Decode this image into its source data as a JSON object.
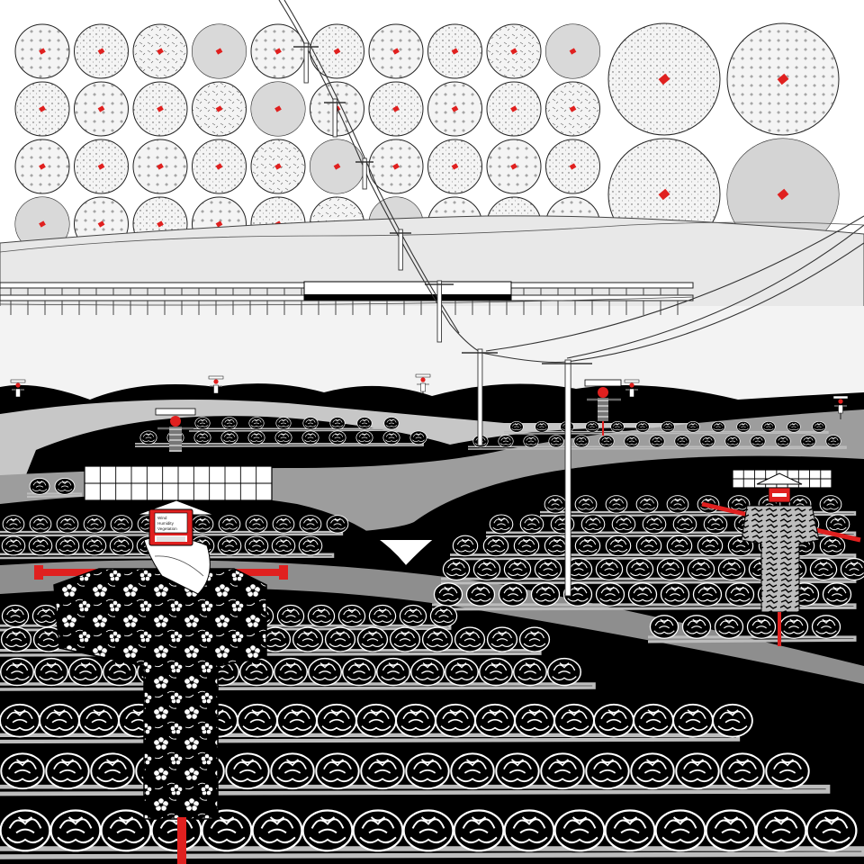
{
  "scene": {
    "palette": {
      "accent": "#e0201f",
      "ink": "#000000",
      "paper": "#ffffff",
      "sky": "#f1f1f1",
      "haze": "#d9d9d9",
      "road": "#b3b3b3",
      "road_dark": "#8c8c8c",
      "dish_fill": "#ececec",
      "dish_shade": "#cfcfcf"
    },
    "device_screen": {
      "lines": [
        "Wind",
        "Humidity",
        "Vegetation"
      ]
    },
    "icons": [
      "satellite-dish-icon",
      "scarecrow-icon",
      "utility-pole-icon",
      "solar-panel-icon",
      "cabbage-icon",
      "sensor-monitor-icon"
    ]
  }
}
